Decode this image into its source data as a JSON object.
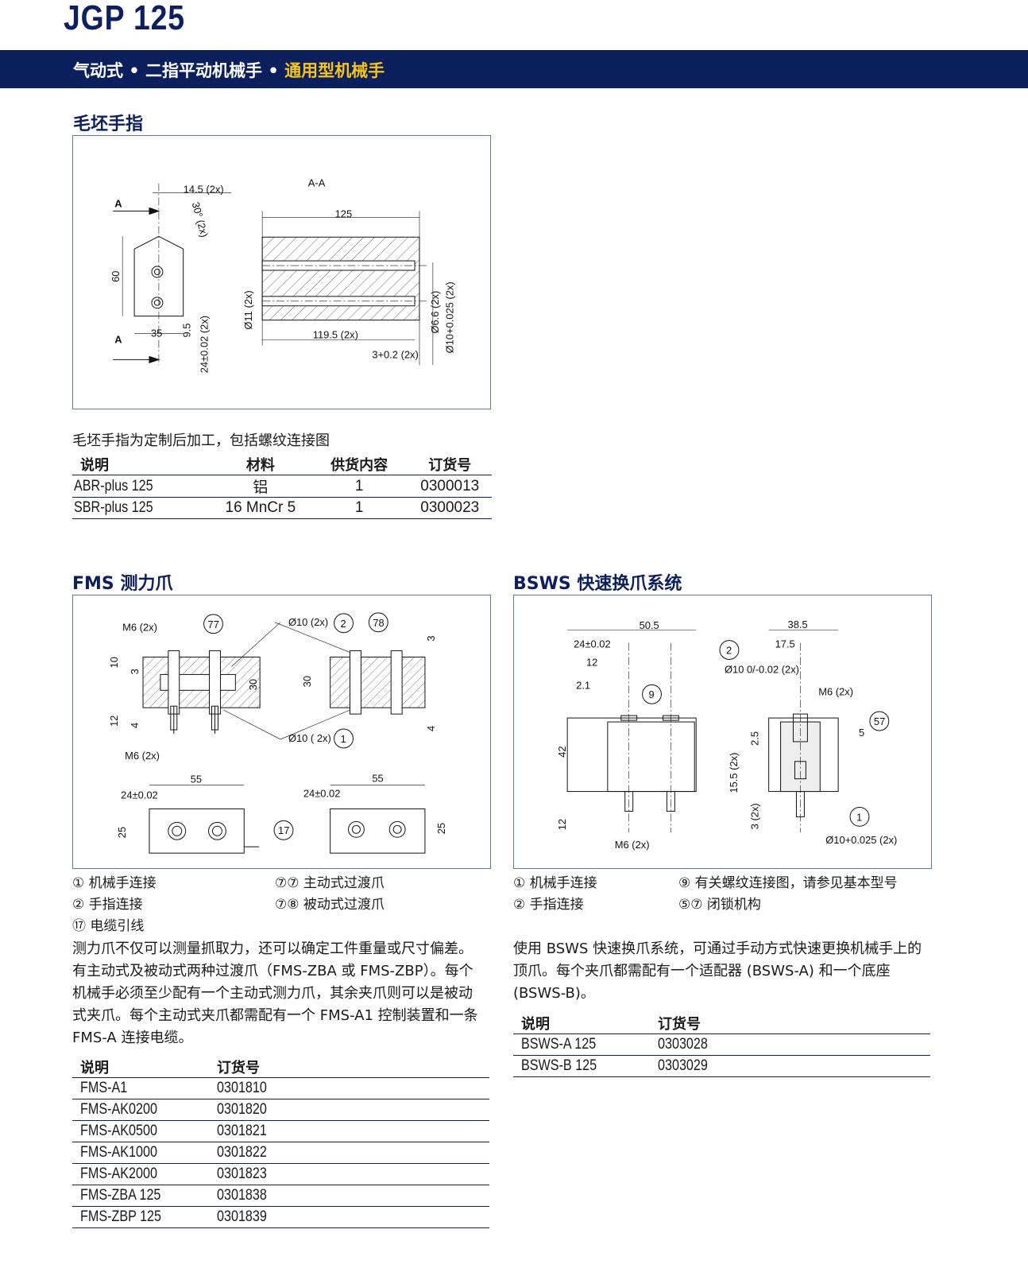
{
  "header": {
    "title": "JGP 125",
    "band_part1": "气动式 • 二指平动机械手 • ",
    "band_part2": "通用型机械手"
  },
  "colors": {
    "navy": "#0b1f5c",
    "highlight": "#f5c518",
    "frame": "#5a7aa6"
  },
  "blank": {
    "heading": "毛坯手指",
    "drawing_labels": [
      "14.5 (2x)",
      "30° (2x)",
      "A",
      "A",
      "60",
      "35",
      "9.5",
      "24±0.02 (2x)",
      "A-A",
      "125",
      "Ø11 (2x)",
      "119.5 (2x)",
      "3+0.2 (2x)",
      "Ø6.6 (2x)",
      "Ø10+0.025 (2x)"
    ],
    "caption": "毛坯手指为定制后加工，包括螺纹连接图",
    "table": {
      "headers": [
        "说明",
        "材料",
        "供货内容",
        "订货号"
      ],
      "rows": [
        [
          "ABR-plus 125",
          "铝",
          "1",
          "0300013"
        ],
        [
          "SBR-plus 125",
          "16 MnCr 5",
          "1",
          "0300023"
        ]
      ]
    }
  },
  "fms": {
    "heading_code": "FMS",
    "heading": "测力爪",
    "drawing_labels": [
      "M6 (2x)",
      "77",
      "Ø10 (2x)",
      "2",
      "78",
      "10",
      "3",
      "30",
      "30",
      "3",
      "12",
      "4",
      "4",
      "Ø10 ( 2x)",
      "1",
      "M6 (2x)",
      "55",
      "24±0.02",
      "25",
      "17",
      "55",
      "24±0.02",
      "25"
    ],
    "legend": [
      "① 机械手连接",
      "⑦⑦ 主动式过渡爪",
      "② 手指连接",
      "⑦⑧ 被动式过渡爪",
      "⑰ 电缆引线"
    ],
    "paragraph": "测力爪不仅可以测量抓取力，还可以确定工件重量或尺寸偏差。有主动式及被动式两种过渡爪（FMS-ZBA 或 FMS-ZBP）。每个机械手必须至少配有一个主动式测力爪，其余夹爪则可以是被动式夹爪。每个主动式夹爪都需配有一个 FMS-A1 控制装置和一条 FMS-A 连接电缆。",
    "table": {
      "headers": [
        "说明",
        "订货号"
      ],
      "rows": [
        [
          "FMS-A1",
          "0301810"
        ],
        [
          "FMS-AK0200",
          "0301820"
        ],
        [
          "FMS-AK0500",
          "0301821"
        ],
        [
          "FMS-AK1000",
          "0301822"
        ],
        [
          "FMS-AK2000",
          "0301823"
        ],
        [
          "FMS-ZBA 125",
          "0301838"
        ],
        [
          "FMS-ZBP 125",
          "0301839"
        ]
      ]
    }
  },
  "bsws": {
    "heading_code": "BSWS",
    "heading": "快速换爪系统",
    "drawing_labels": [
      "50.5",
      "24±0.02",
      "12",
      "2.1",
      "9",
      "42",
      "12",
      "M6 (2x)",
      "38.5",
      "17.5",
      "2",
      "Ø10 0/-0.02 (2x)",
      "M6 (2x)",
      "57",
      "5",
      "2.5",
      "15.5 (2x)",
      "3 (2x)",
      "1",
      "Ø10+0.025 (2x)"
    ],
    "legend": [
      "① 机械手连接",
      "⑨ 有关螺纹连接图，请参见基本型号",
      "② 手指连接",
      "⑤⑦ 闭锁机构"
    ],
    "paragraph": "使用 BSWS 快速换爪系统，可通过手动方式快速更换机械手上的顶爪。每个夹爪都需配有一个适配器 (BSWS-A) 和一个底座 (BSWS-B)。",
    "table": {
      "headers": [
        "说明",
        "订货号"
      ],
      "rows": [
        [
          "BSWS-A 125",
          "0303028"
        ],
        [
          "BSWS-B 125",
          "0303029"
        ]
      ]
    }
  }
}
